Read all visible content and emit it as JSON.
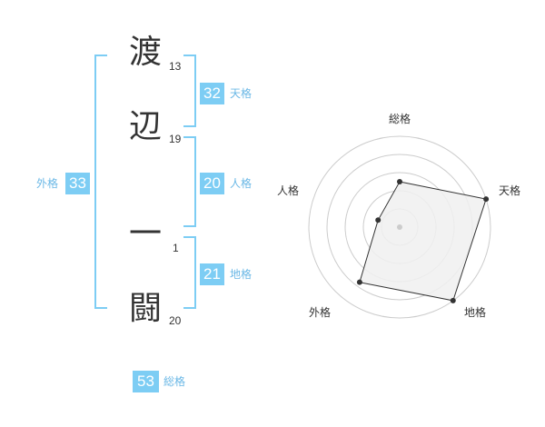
{
  "name": {
    "chars": [
      {
        "char": "渡",
        "strokes": "13"
      },
      {
        "char": "辺",
        "strokes": "19"
      },
      {
        "char": "一",
        "strokes": "1"
      },
      {
        "char": "闘",
        "strokes": "20"
      }
    ]
  },
  "kaku": {
    "tenkaku": {
      "value": "32",
      "label": "天格"
    },
    "jinkaku": {
      "value": "20",
      "label": "人格"
    },
    "chikaku": {
      "value": "21",
      "label": "地格"
    },
    "gaikaku": {
      "value": "33",
      "label": "外格"
    },
    "soukaku": {
      "value": "53",
      "label": "総格"
    }
  },
  "radar": {
    "labels": {
      "top": "総格",
      "right": "天格",
      "bottom_right": "地格",
      "bottom_left": "外格",
      "left": "人格"
    },
    "levels": 5,
    "values": {
      "soukaku": 0.5,
      "tenkaku": 1.0,
      "chikaku": 1.0,
      "gaikaku": 0.75,
      "jinkaku": 0.25
    },
    "colors": {
      "fill": "#f0f0f0",
      "stroke": "#333333",
      "grid": "#cccccc"
    }
  },
  "colors": {
    "accent": "#7dcdf4"
  }
}
